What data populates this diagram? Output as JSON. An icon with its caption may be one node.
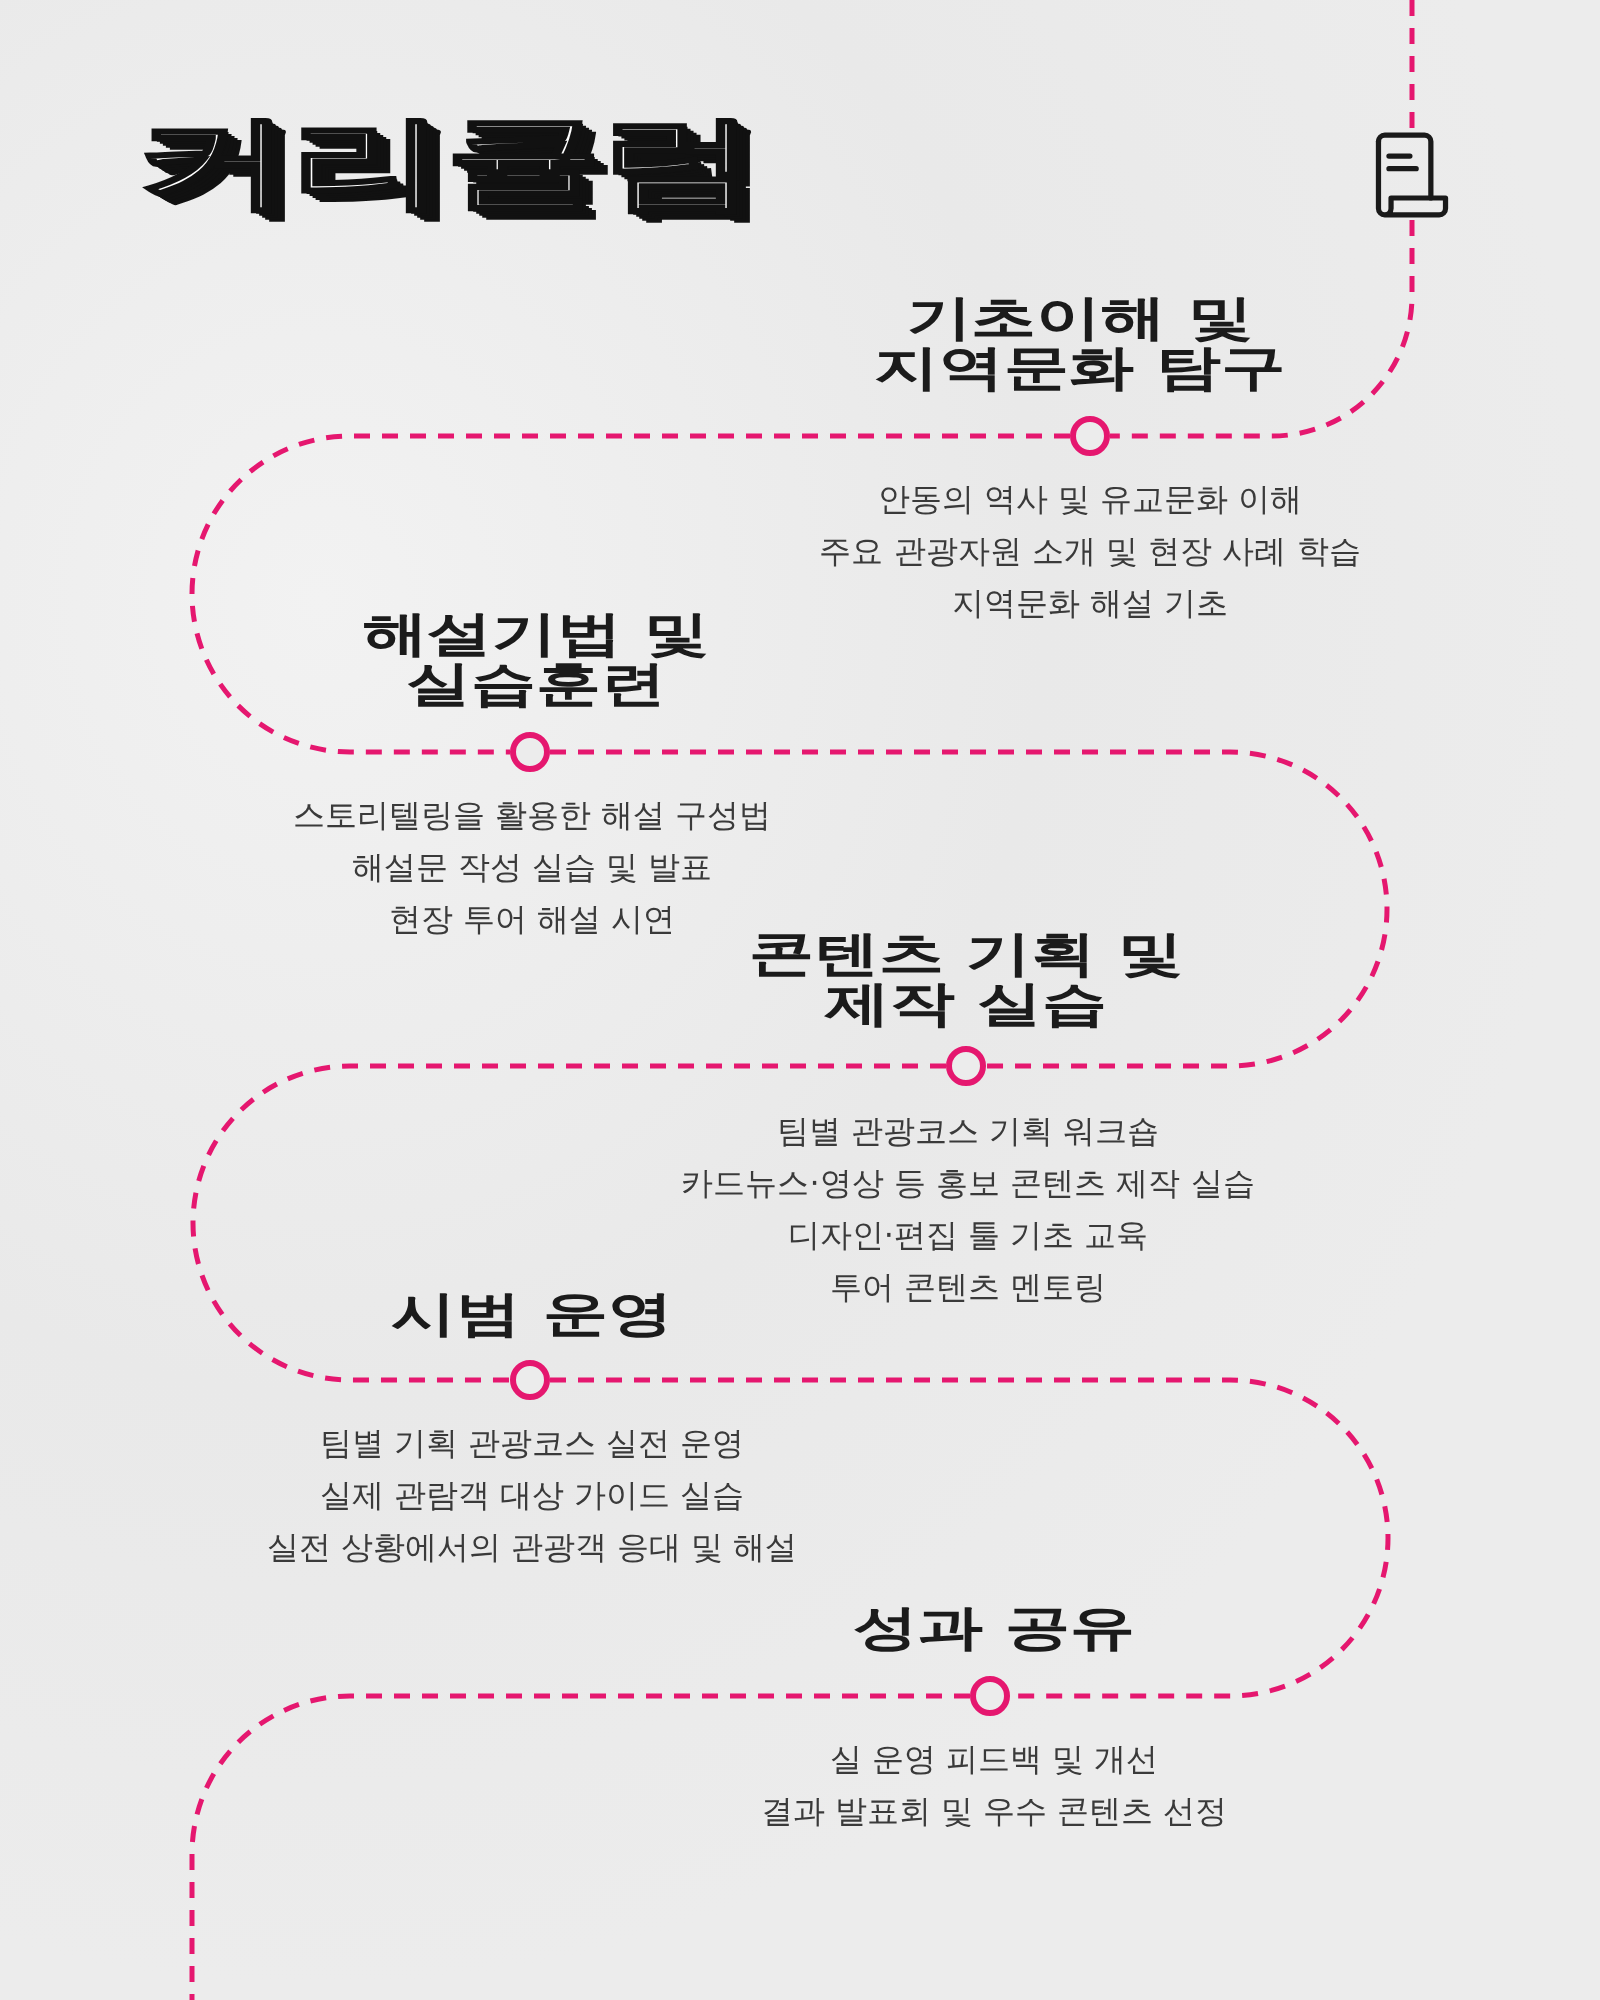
{
  "diagram": {
    "title": "커리큘럼",
    "nodes": [
      {
        "text": [],
        "shape": "picture"
      },
      {
        "text": [],
        "shape": "circle",
        "beside": [
          "기초이해 및 지역문화 탐구",
          "안동의 역사 및 유교문화 이해",
          "주요 관광자원 소개 및 현장 사례 학습",
          "지역문화 해설 기초"
        ]
      },
      {
        "text": [],
        "shape": "circle",
        "beside": [
          "해설기법 및 실습훈련",
          "스토리텔링을 활용한 해설 구성법",
          "해설문 작성 실습 및 발표",
          "현장 투어 해설 시연"
        ]
      },
      {
        "text": [],
        "shape": "circle",
        "beside": [
          "콘텐츠 기획 및 제작 실습",
          "팀별 관광코스 기획 워크숍",
          "카드뉴스·영상 등 홍보 콘텐츠 제작 실습",
          "디자인·편집 툴 기초 교육",
          "투어 콘텐츠 멘토링"
        ]
      },
      {
        "text": [],
        "shape": "circle",
        "beside": [
          "시범 운영",
          "팀별 기획 관광코스 실전 운영",
          "실제 관람객 대상 가이드 실습",
          "실전 상황에서의 관광객 응대 및 해설"
        ]
      },
      {
        "text": [],
        "shape": "circle",
        "beside": [
          "성과 공유",
          "실 운영 피드백 및 개선",
          "결과 발표회 및 우수 콘텐츠 선정"
        ]
      }
    ],
    "edges": [
      {
        "from": null,
        "to": 0,
        "arrow": "none",
        "style": "dashed"
      },
      {
        "from": 0,
        "to": 1,
        "arrow": "none",
        "style": "dashed"
      },
      {
        "from": 1,
        "to": 2,
        "arrow": "none",
        "style": "dashed"
      },
      {
        "from": 2,
        "to": 3,
        "arrow": "none",
        "style": "dashed"
      },
      {
        "from": 3,
        "to": 4,
        "arrow": "none",
        "style": "dashed"
      },
      {
        "from": 4,
        "to": 5,
        "arrow": "none",
        "style": "dashed"
      },
      {
        "from": 5,
        "to": null,
        "arrow": "none",
        "style": "dashed"
      }
    ]
  }
}
